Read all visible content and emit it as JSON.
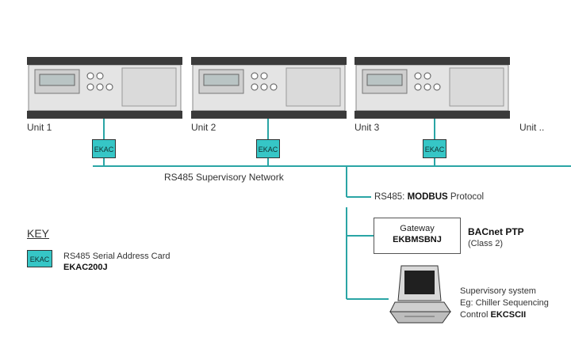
{
  "colors": {
    "wire": "#2aa5a5",
    "ekac_fill": "#36c6c6",
    "controller_body": "#e4e4e4",
    "controller_dark": "#3a3a3a"
  },
  "units": [
    {
      "label": "Unit 1"
    },
    {
      "label": "Unit 2"
    },
    {
      "label": "Unit 3"
    },
    {
      "label": "Unit .."
    }
  ],
  "ekac_label": "EKAC",
  "network_label": "RS485 Supervisory Network",
  "protocol": {
    "prefix": "RS485:",
    "name": "MODBUS",
    "suffix": "Protocol"
  },
  "gateway": {
    "title": "Gateway",
    "model": "EKBMSBNJ"
  },
  "bacnet": {
    "title": "BACnet PTP",
    "class": "(Class 2)"
  },
  "key": {
    "heading": "KEY",
    "card_text": "RS485 Serial Address Card",
    "card_model": "EKAC200J"
  },
  "supervisory": {
    "line1": "Supervisory system",
    "line2": "Eg: Chiller Sequencing",
    "line3_prefix": "Control",
    "line3_model": "EKCSCII"
  }
}
